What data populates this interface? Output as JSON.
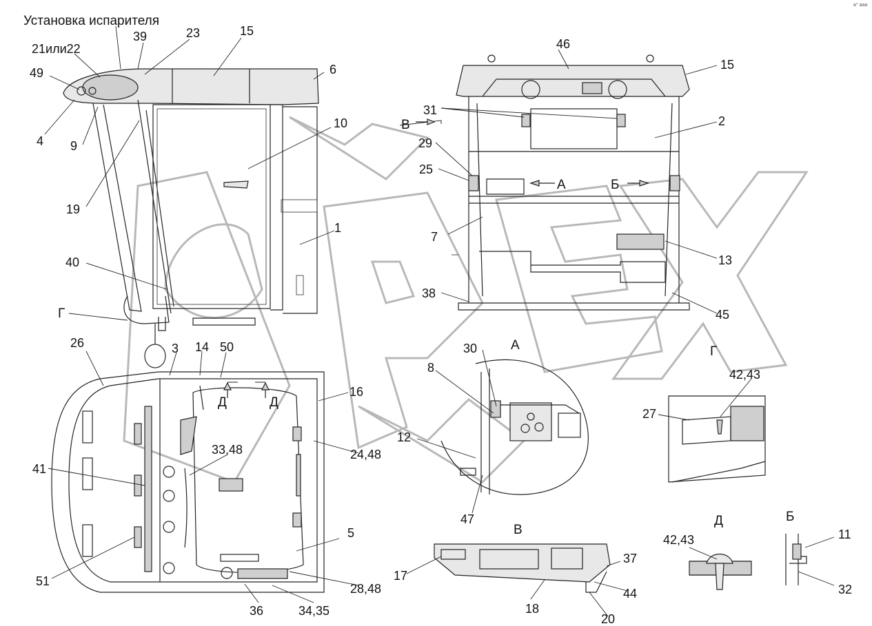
{
  "title": "Установка испарителя",
  "watermark": "OPEX",
  "corner_mark": "a° aaa",
  "colors": {
    "line": "#222222",
    "fill": "#e8e8e8",
    "watermark": "#b8b8b8"
  },
  "views": {
    "A": "А",
    "B": "Б",
    "V": "В",
    "G": "Г",
    "D": "Д"
  },
  "callouts": {
    "c1": "1",
    "c2": "2",
    "c3": "3",
    "c4": "4",
    "c5": "5",
    "c6": "6",
    "c7": "7",
    "c8": "8",
    "c9": "9",
    "c10": "10",
    "c11": "11",
    "c12": "12",
    "c13": "13",
    "c14": "14",
    "c15": "15",
    "c15b": "15",
    "c16": "16",
    "c17": "17",
    "c18": "18",
    "c19": "19",
    "c20": "20",
    "c2122": "21или22",
    "c23": "23",
    "c2448": "24,48",
    "c25": "25",
    "c26": "26",
    "c27": "27",
    "c2848": "28,48",
    "c29": "29",
    "c30": "30",
    "c31": "31",
    "c32": "32",
    "c3348": "33,48",
    "c3435": "34,35",
    "c36": "36",
    "c37": "37",
    "c38": "38",
    "c39": "39",
    "c40": "40",
    "c41": "41",
    "c4243a": "42,43",
    "c4243b": "42,43",
    "c44": "44",
    "c45": "45",
    "c46": "46",
    "c47": "47",
    "c49": "49",
    "c50": "50",
    "c51": "51"
  }
}
